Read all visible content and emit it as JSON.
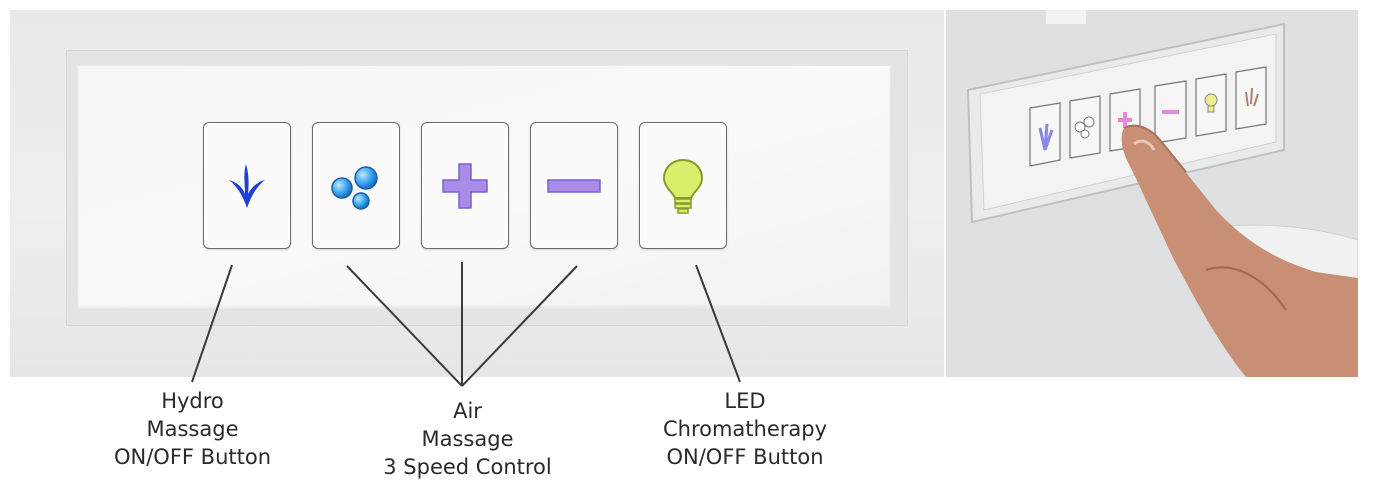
{
  "colors": {
    "hydro_icon": "#1f3fd6",
    "air_bubble": "#3aa8ef",
    "plus_minus": "#a98be8",
    "bulb": "#d9ee6a",
    "leader_line": "#3a3a3a"
  },
  "buttons": [
    {
      "name": "hydro-massage-button",
      "icon": "water-jet-icon"
    },
    {
      "name": "air-massage-button",
      "icon": "air-bubbles-icon"
    },
    {
      "name": "speed-plus-button",
      "icon": "plus-icon"
    },
    {
      "name": "speed-minus-button",
      "icon": "minus-icon"
    },
    {
      "name": "led-chromatherapy-button",
      "icon": "light-bulb-icon"
    }
  ],
  "labels": {
    "hydro": {
      "line1": "Hydro",
      "line2": "Massage",
      "line3": "ON/OFF Button"
    },
    "air": {
      "line1": "Air",
      "line2": "Massage",
      "line3": "3 Speed Control"
    },
    "led": {
      "line1": "LED",
      "line2": "Chromatherapy",
      "line3": "ON/OFF Button"
    }
  }
}
